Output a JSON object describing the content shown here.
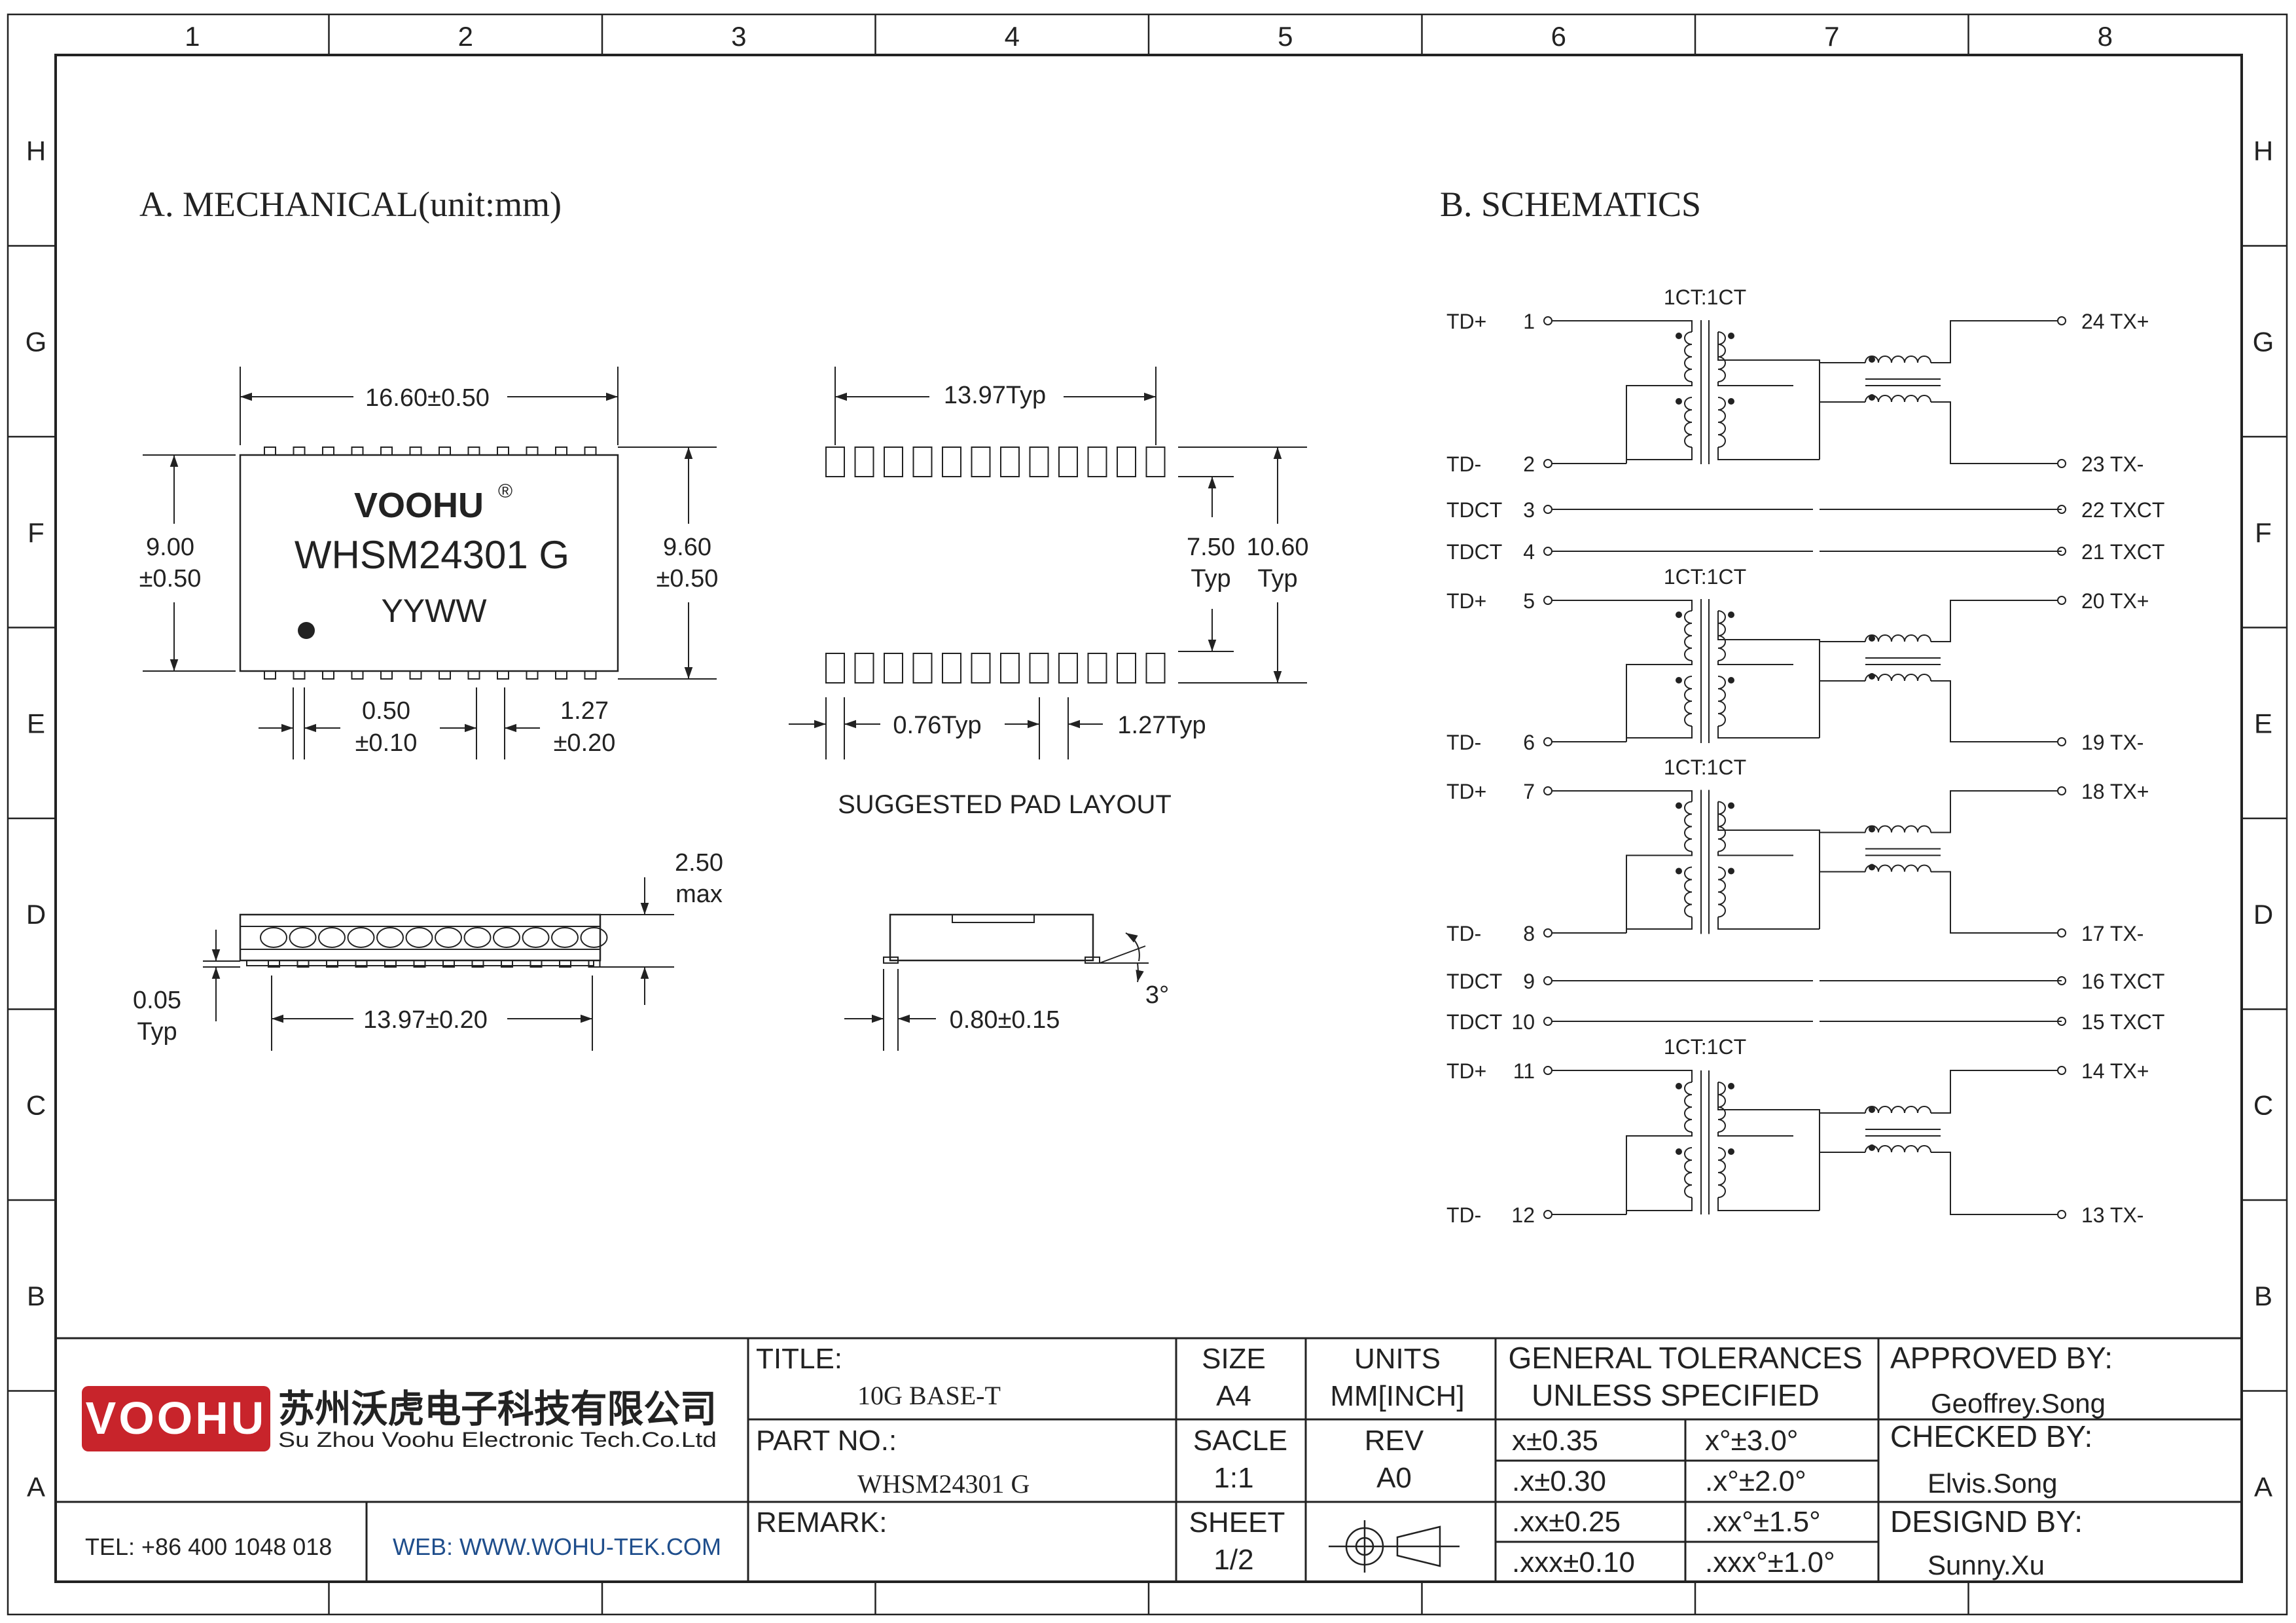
{
  "frame": {
    "columns": [
      "1",
      "2",
      "3",
      "4",
      "5",
      "6",
      "7",
      "8"
    ],
    "rows": [
      "H",
      "G",
      "F",
      "E",
      "D",
      "C",
      "B",
      "A"
    ]
  },
  "mechanical": {
    "heading": "A. MECHANICAL(unit:mm)",
    "top_view": {
      "brand": "VOOHU",
      "brand_mark": "®",
      "part": "WHSM24301 G",
      "date_code": "YYWW",
      "width": "16.60±0.50",
      "height_left_1": "9.00",
      "height_left_2": "±0.50",
      "height_right_1": "9.60",
      "height_right_2": "±0.50",
      "pin_width_1": "0.50",
      "pin_width_2": "±0.10",
      "pitch_1": "1.27",
      "pitch_2": "±0.20"
    },
    "pad_layout": {
      "span": "13.97Typ",
      "inner_1": "7.50",
      "inner_2": "Typ",
      "outer_1": "10.60",
      "outer_2": "Typ",
      "pad_width": "0.76Typ",
      "pad_pitch": "1.27Typ",
      "caption": "SUGGESTED PAD LAYOUT"
    },
    "side_view": {
      "height_1": "2.50",
      "height_2": "max",
      "standoff_1": "0.05",
      "standoff_2": "Typ",
      "length": "13.97±0.20"
    },
    "end_view": {
      "foot": "0.80±0.15",
      "angle": "3°"
    }
  },
  "schematics": {
    "heading": "B. SCHEMATICS",
    "ratio": "1CT:1CT",
    "left_pins": [
      {
        "name": "TD+",
        "num": "1"
      },
      {
        "name": "TD-",
        "num": "2"
      },
      {
        "name": "TDCT",
        "num": "3"
      },
      {
        "name": "TDCT",
        "num": "4"
      },
      {
        "name": "TD+",
        "num": "5"
      },
      {
        "name": "TD-",
        "num": "6"
      },
      {
        "name": "TD+",
        "num": "7"
      },
      {
        "name": "TD-",
        "num": "8"
      },
      {
        "name": "TDCT",
        "num": "9"
      },
      {
        "name": "TDCT",
        "num": "10"
      },
      {
        "name": "TD+",
        "num": "11"
      },
      {
        "name": "TD-",
        "num": "12"
      }
    ],
    "right_pins": [
      {
        "num": "24",
        "name": "TX+"
      },
      {
        "num": "23",
        "name": "TX-"
      },
      {
        "num": "22",
        "name": "TXCT"
      },
      {
        "num": "21",
        "name": "TXCT"
      },
      {
        "num": "20",
        "name": "TX+"
      },
      {
        "num": "19",
        "name": "TX-"
      },
      {
        "num": "18",
        "name": "TX+"
      },
      {
        "num": "17",
        "name": "TX-"
      },
      {
        "num": "16",
        "name": "TXCT"
      },
      {
        "num": "15",
        "name": "TXCT"
      },
      {
        "num": "14",
        "name": "TX+"
      },
      {
        "num": "13",
        "name": "TX-"
      }
    ]
  },
  "title_block": {
    "logo_text": "VOOHU",
    "company_cn": "苏州沃虎电子科技有限公司",
    "company_en": "Su Zhou Voohu Electronic Tech.Co.Ltd",
    "tel": "TEL: +86 400 1048 018",
    "web": "WEB: WWW.WOHU-TEK.COM",
    "title_label": "TITLE:",
    "title_value": "10G BASE-T",
    "part_label": "PART NO.:",
    "part_value": "WHSM24301 G",
    "remark_label": "REMARK:",
    "size_label": "SIZE",
    "size_value": "A4",
    "scale_label": "SACLE",
    "scale_value": "1:1",
    "sheet_label": "SHEET",
    "sheet_value": "1/2",
    "units_label": "UNITS",
    "units_value": "MM[INCH]",
    "rev_label": "REV",
    "rev_value": "A0",
    "tol_title_1": "GENERAL TOLERANCES",
    "tol_title_2": "UNLESS SPECIFIED",
    "tolerances": [
      {
        "linear": "x±0.35",
        "angular": "x°±3.0°"
      },
      {
        "linear": ".x±0.30",
        "angular": ".x°±2.0°"
      },
      {
        "linear": ".xx±0.25",
        "angular": ".xx°±1.5°"
      },
      {
        "linear": ".xxx±0.10",
        "angular": ".xxx°±1.0°"
      }
    ],
    "approved_label": "APPROVED BY:",
    "approved_value": "Geoffrey.Song",
    "checked_label": "CHECKED BY:",
    "checked_value": "Elvis.Song",
    "designed_label": "DESIGND BY:",
    "designed_value": "Sunny.Xu"
  },
  "colors": {
    "brand_red": "#c8242b",
    "link_blue": "#1f4e8c",
    "line": "#222222"
  }
}
